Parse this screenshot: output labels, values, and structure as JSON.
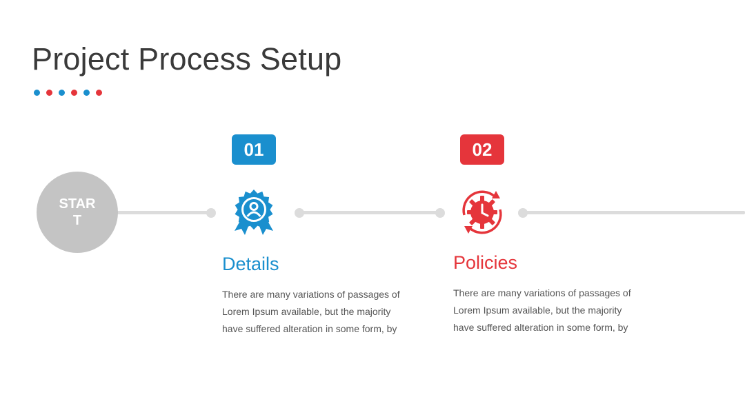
{
  "title": "Project Process Setup",
  "colors": {
    "blue": "#1a8fce",
    "red": "#e5353b",
    "line": "#dcdcdc",
    "start": "#c4c4c4"
  },
  "dots": [
    "#1a8fce",
    "#e5353b",
    "#1a8fce",
    "#e5353b",
    "#1a8fce",
    "#e5353b"
  ],
  "start_label": "START",
  "steps": [
    {
      "number": "01",
      "heading": "Details",
      "icon": "award-badge-icon",
      "description": "There are many variations of passages of Lorem Ipsum available, but the majority have suffered alteration in some form, by"
    },
    {
      "number": "02",
      "heading": "Policies",
      "icon": "clock-cycle-icon",
      "description": "There are many variations of passages of Lorem Ipsum available, but the majority have suffered alteration in some form, by"
    }
  ]
}
